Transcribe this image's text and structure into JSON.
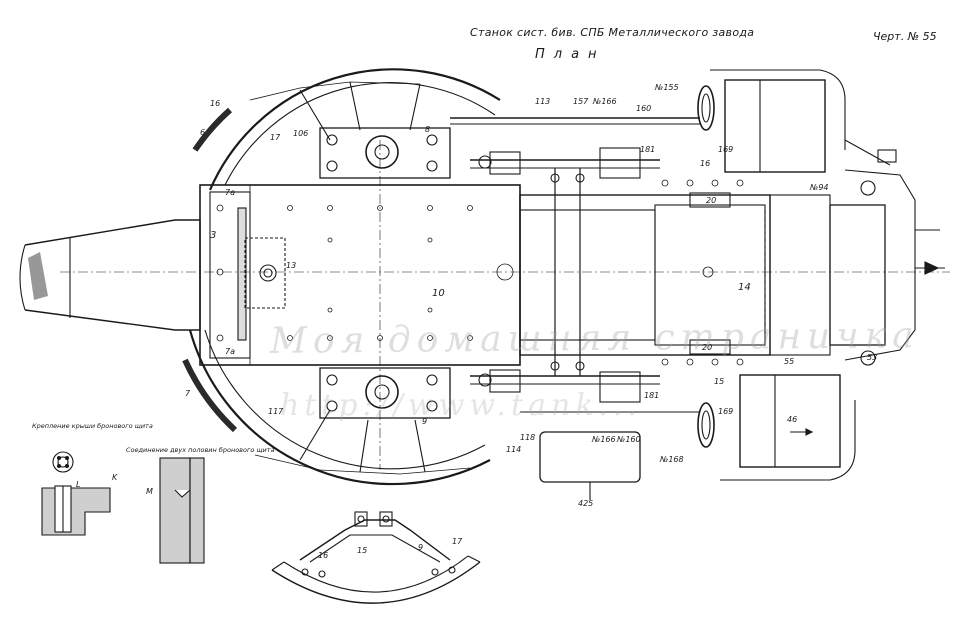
{
  "header": {
    "title": "Станок сист. бив. СПБ Металлического завода",
    "sheet_number": "Черт. № 55",
    "view_name": "План"
  },
  "watermark": {
    "line1": "Моя домашняя страничка",
    "line2": "http://www.tank..."
  },
  "insets": {
    "left_caption": "Крепление крыши бронового щита",
    "right_caption": "Соединение двух половин бронового щита",
    "left_labels": [
      "L",
      "K"
    ],
    "right_labels": [
      "M"
    ]
  },
  "part_labels": {
    "p16_top": "16",
    "p6": "6",
    "p17_top": "17",
    "p106": "106",
    "p8": "8",
    "p113": "113",
    "p157": "157",
    "p166_top": "№166",
    "p155": "№155",
    "p160_top": "160",
    "p169_top": "169",
    "p181_top": "181",
    "p16_mid": "16",
    "p20_top": "20",
    "p94": "№94",
    "p3": "3",
    "p7a_top": "7а",
    "p13": "13",
    "p10": "10",
    "p14": "14",
    "p7a_bot": "7а",
    "p20_bot": "20",
    "p55": "55",
    "p53": "53",
    "p15": "15",
    "p7": "7",
    "p117": "117",
    "p9": "9",
    "p118": "118",
    "p114": "114",
    "p181_bot": "181",
    "p169_bot": "169",
    "p166_bot": "№166",
    "p160_bot": "№160",
    "p168": "№168",
    "p46": "46",
    "p425": "425",
    "p16_arc": "16",
    "p15_arc": "15",
    "p9_arc": "9",
    "p17_arc": "17"
  }
}
